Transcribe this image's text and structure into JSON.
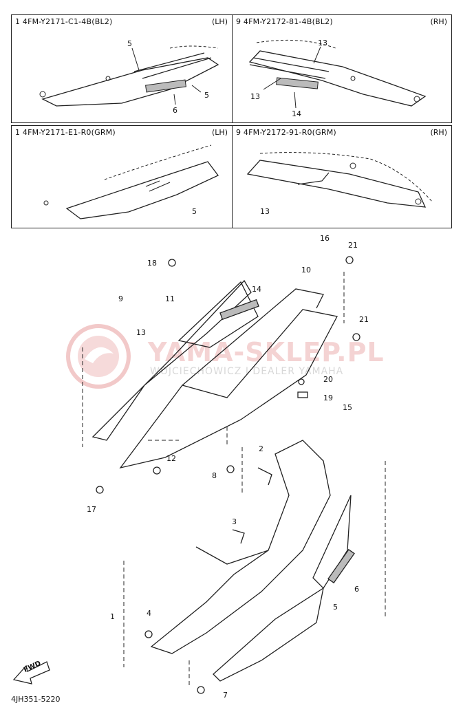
{
  "panels": [
    {
      "title": "1 4FM-Y2171-C1-4B(BL2)",
      "side": "(LH)"
    },
    {
      "title": "9 4FM-Y2172-81-4B(BL2)",
      "side": "(RH)"
    },
    {
      "title": "1 4FM-Y2171-E1-R0(GRM)",
      "side": "(LH)"
    },
    {
      "title": "9 4FM-Y2172-91-R0(GRM)",
      "side": "(RH)"
    }
  ],
  "panel_callouts": {
    "p1": [
      "5",
      "5",
      "6"
    ],
    "p2": [
      "13",
      "13",
      "14"
    ],
    "p3": [
      "5"
    ],
    "p4": [
      "13"
    ]
  },
  "callouts": [
    "16",
    "21",
    "18",
    "10",
    "14",
    "9",
    "11",
    "21",
    "13",
    "20",
    "19",
    "15",
    "12",
    "2",
    "8",
    "17",
    "3",
    "6",
    "5",
    "1",
    "4",
    "7"
  ],
  "watermark": {
    "line1": "YAMA-SKLEP.PL",
    "line2": "WOJCIECHOWICZ I DEALER YAMAHA"
  },
  "fwd_label": "FWD",
  "figure_code": "4JH351-5220"
}
